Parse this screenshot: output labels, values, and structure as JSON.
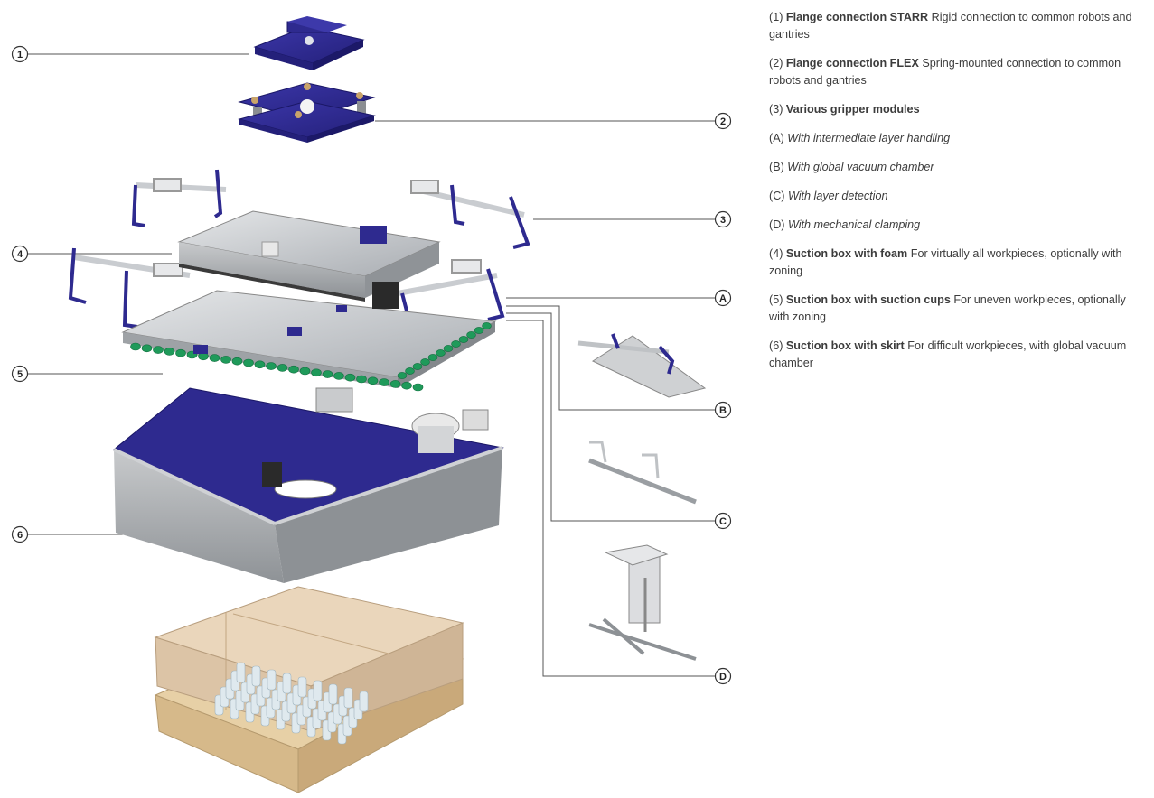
{
  "callouts": [
    "1",
    "2",
    "3",
    "4",
    "5",
    "6",
    "A",
    "B",
    "C",
    "D"
  ],
  "legend": [
    {
      "num": "(1)",
      "title": "Flange connection STARR",
      "text": "Rigid connection to common robots and gantries",
      "style": "normal"
    },
    {
      "num": "(2)",
      "title": "Flange connection FLEX",
      "text": "Spring-mounted connection to common robots and gantries",
      "style": "normal"
    },
    {
      "num": "(3)",
      "title": "Various gripper modules",
      "text": "",
      "style": "normal"
    },
    {
      "num": "(A)",
      "title": "",
      "text": "With intermediate layer handling",
      "style": "italic"
    },
    {
      "num": "(B)",
      "title": "",
      "text": "With global vacuum chamber",
      "style": "italic"
    },
    {
      "num": "(C)",
      "title": "",
      "text": "With layer detection",
      "style": "italic"
    },
    {
      "num": "(D)",
      "title": "",
      "text": "With mechanical clamping",
      "style": "italic"
    },
    {
      "num": "(4)",
      "title": "Suction box with foam",
      "text": "For virtually all workpieces, optionally with zoning",
      "style": "normal"
    },
    {
      "num": "(5)",
      "title": "Suction box with suction cups",
      "text": "For uneven workpieces, optionally with zoning",
      "style": "normal"
    },
    {
      "num": "(6)",
      "title": "Suction box with skirt",
      "text": "For difficult workpieces, with global vacuum chamber",
      "style": "normal"
    }
  ],
  "colors": {
    "blue": "#2e2a8f",
    "green": "#1f9a5a",
    "steel": "#b9bcc0",
    "cardboard": "#dcc4a6",
    "wood": "#e0c9a2"
  }
}
